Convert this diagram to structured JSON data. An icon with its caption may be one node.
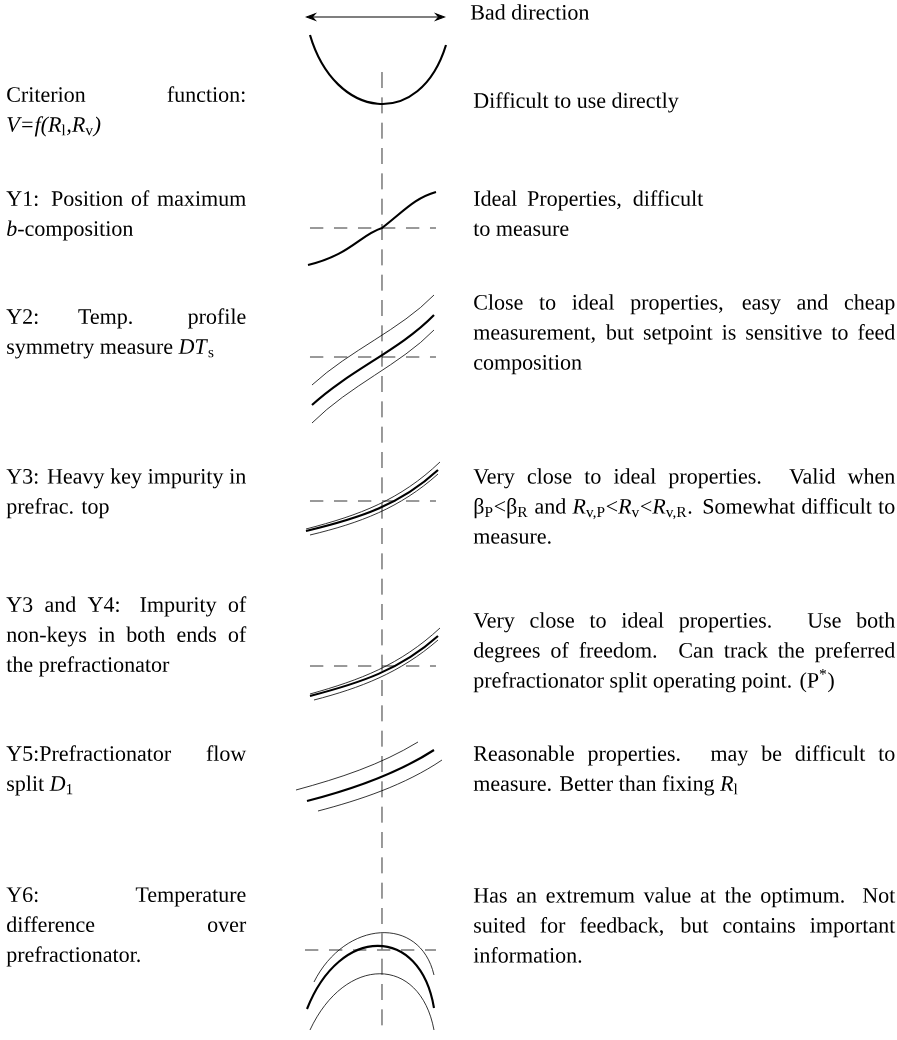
{
  "diagram": {
    "labels": [
      "Bad direction",
      "Criterion function: *V=f(R*$_{l}$*,R*$_{v}$*)*",
      "Difficult to use directly",
      "Y1: Position of maximum *b*-composition",
      "Ideal Properties, difficult to measure",
      "Y2: Temp. profile symmetry measure *DT*$_{s}$",
      "Close to ideal properties, easy and cheap measurement, but setpoint is sensitive to feed composition",
      "Y3: Heavy key impurity in prefrac. top",
      "Very close to ideal properties. Valid when β$_{P}$<β$_{R}$ and *R*$_{v,P}$<*R*$_{v}$<*R*$_{v,R}$. Somewhat difficult to measure.",
      "Y3 and Y4: Impurity of non-keys in both ends of the prefractionator",
      "Very close to ideal properties. Use both degrees of freedom. Can track the preferred prefractionator split operating point. (P$^{*}$)",
      "Y5:Prefractionator flow split *D*$_{1}$",
      "Reasonable properties. may be difficult to measure. Better than fixing *R*$_{l}$",
      "Y6: Temperature difference over prefractionator.",
      "Has an extremum value at the optimum. Not suited for feedback, but contains important information."
    ]
  }
}
